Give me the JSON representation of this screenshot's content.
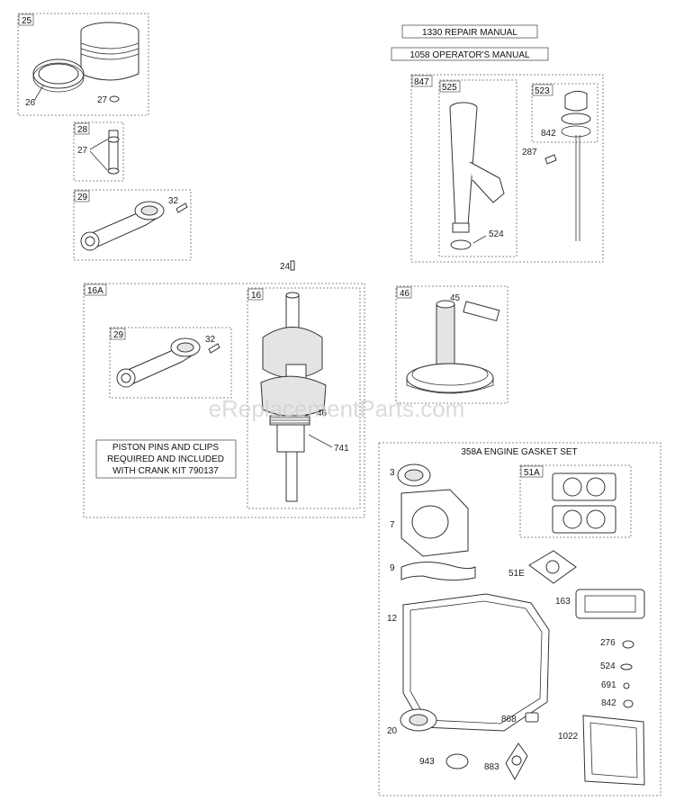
{
  "manuals": {
    "repair": "1330 REPAIR MANUAL",
    "operator": "1058 OPERATOR'S MANUAL"
  },
  "callouts": {
    "c25": "25",
    "c26": "26",
    "c27a": "27",
    "c28": "28",
    "c27b": "27",
    "c29a": "29",
    "c32a": "32",
    "c847": "847",
    "c525": "525",
    "c524a": "524",
    "c523": "523",
    "c842a": "842",
    "c287": "287",
    "c24": "24",
    "c16a": "16A",
    "c29b": "29",
    "c32b": "32",
    "c16": "16",
    "c46b": "46",
    "c741": "741",
    "c46": "46",
    "c45": "45",
    "c3": "3",
    "c51a": "51A",
    "c7": "7",
    "c9": "9",
    "c51e": "51E",
    "c163": "163",
    "c12": "12",
    "c276": "276",
    "c524b": "524",
    "c691": "691",
    "c842b": "842",
    "c20": "20",
    "c868": "868",
    "c1022": "1022",
    "c943": "943",
    "c883": "883"
  },
  "crank_note": {
    "line1": "PISTON PINS AND CLIPS",
    "line2": "REQUIRED AND INCLUDED",
    "line3": "WITH CRANK KIT 790137"
  },
  "gasket_set_title": "358A ENGINE GASKET SET",
  "watermark": "eReplacementParts.com"
}
